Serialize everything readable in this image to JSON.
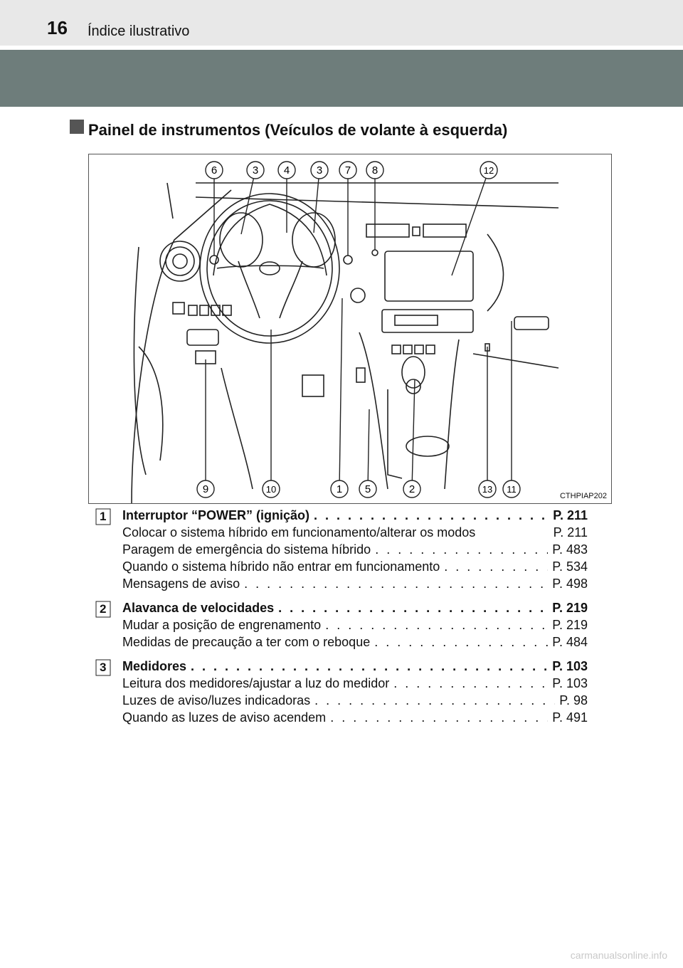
{
  "header": {
    "page_number": "16",
    "title": "Índice ilustrativo"
  },
  "section": {
    "title": "Painel de instrumentos (Veículos de volante à esquerda)"
  },
  "figure": {
    "code": "CTHPIAP202",
    "top_callouts": [
      "6",
      "3",
      "4",
      "3",
      "7",
      "8",
      "12"
    ],
    "bottom_callouts": [
      "9",
      "10",
      "1",
      "5",
      "2",
      "13",
      "11"
    ]
  },
  "entries": [
    {
      "number": "1",
      "title": "Interruptor “POWER” (ignição)",
      "page": "P. 211",
      "items": [
        {
          "text": "Colocar o sistema híbrido em funcionamento/alterar os modos",
          "page": "P. 211",
          "dotted": false
        },
        {
          "text": "Paragem de emergência do sistema híbrido",
          "page": "P. 483",
          "dotted": true
        },
        {
          "text": "Quando o sistema híbrido não entrar em funcionamento",
          "page": "P. 534",
          "dotted": true
        },
        {
          "text": "Mensagens de aviso",
          "page": "P. 498",
          "dotted": true
        }
      ]
    },
    {
      "number": "2",
      "title": "Alavanca de velocidades",
      "page": "P. 219",
      "items": [
        {
          "text": "Mudar a posição de engrenamento",
          "page": "P. 219",
          "dotted": true
        },
        {
          "text": "Medidas de precaução a ter com o reboque",
          "page": "P. 484",
          "dotted": true
        }
      ]
    },
    {
      "number": "3",
      "title": "Medidores",
      "page": "P. 103",
      "items": [
        {
          "text": "Leitura dos medidores/ajustar a luz do medidor",
          "page": "P. 103",
          "dotted": true
        },
        {
          "text": "Luzes de aviso/luzes indicadoras",
          "page": "P. 98",
          "dotted": true
        },
        {
          "text": "Quando as luzes de aviso acendem",
          "page": "P. 491",
          "dotted": true
        }
      ]
    }
  ],
  "watermark": "carmanualsonline.info"
}
